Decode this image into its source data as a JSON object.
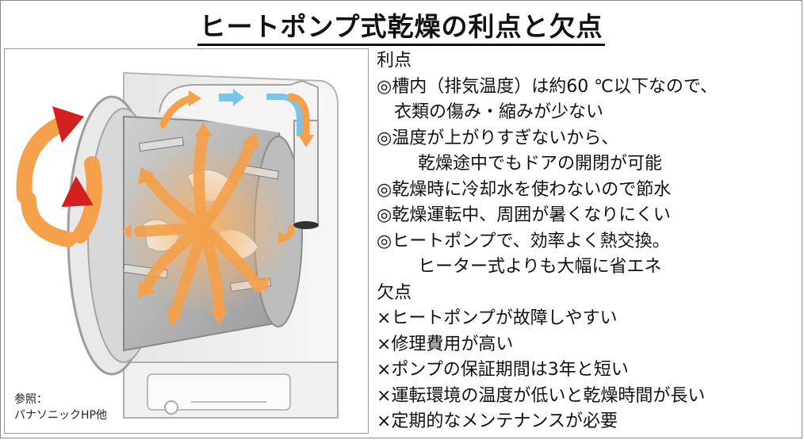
{
  "title": "ヒートポンプ式乾燥の利点と欠点",
  "figure": {
    "caption_line1": "参照：",
    "caption_line2": "パナソニックHP他"
  },
  "advantages": {
    "heading": "利点",
    "items": [
      "◎槽内（排気温度）は約60 ℃以下なので、",
      "衣類の傷み・縮みが少ない",
      "◎温度が上がりすぎないから、",
      "乾燥途中でもドアの開閉が可能",
      "◎乾燥時に冷却水を使わないので節水",
      "◎乾燥運転中、周囲が暑くなりにくい",
      "◎ヒートポンプで、効率よく熱交換。",
      "ヒーター式よりも大幅に省エネ"
    ]
  },
  "disadvantages": {
    "heading": "欠点",
    "items": [
      "×ヒートポンプが故障しやすい",
      "×修理費用が高い",
      "×ポンプの保証期間は3年と短い",
      "×運転環境の温度が低いと乾燥時間が長い",
      "×定期的なメンテナンスが必要"
    ]
  },
  "colors": {
    "arrow_orange": "#f5a04a",
    "arrow_red": "#d42020",
    "arrow_blue": "#7cc3e8"
  }
}
